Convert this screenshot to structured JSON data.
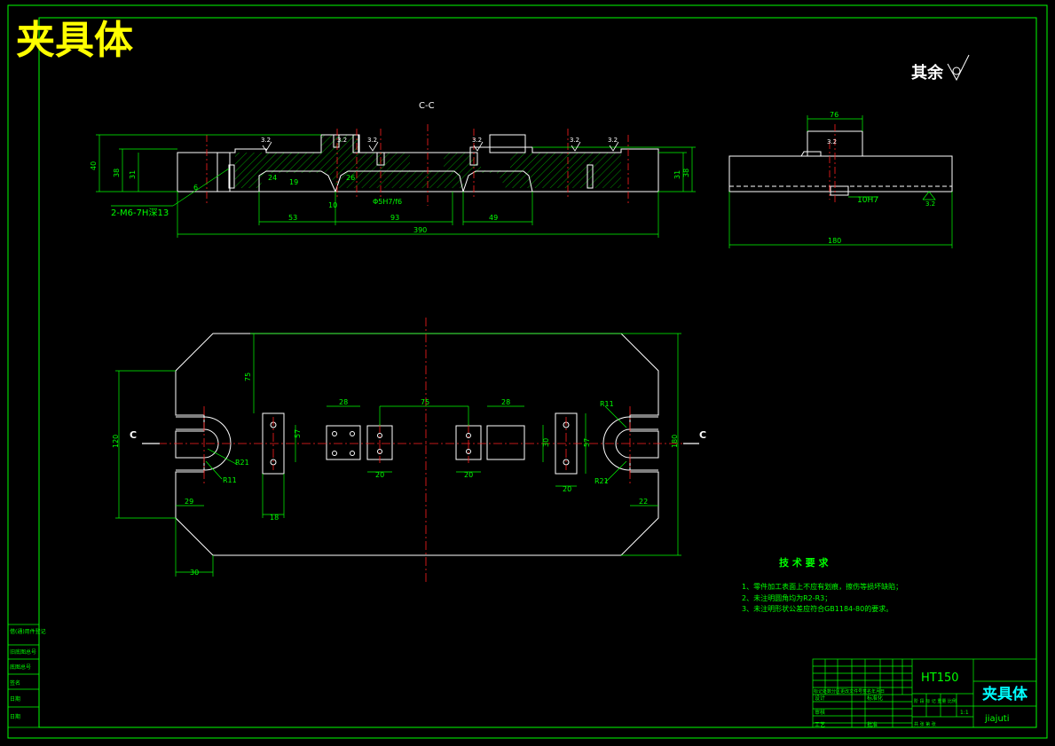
{
  "drawing": {
    "title": "夹具体",
    "roughness_note": "其余",
    "section_label": "C-C",
    "cut_label": "C"
  },
  "section_view": {
    "roughness": [
      "3.2",
      "3.2",
      "3.2",
      "3.2",
      "3.2",
      "3.2"
    ],
    "dims": {
      "overall_len": "390",
      "d53": "53",
      "d10": "10",
      "d93": "93",
      "d49": "49",
      "fit_hole": "Φ5H7/f6",
      "h40": "40",
      "h38": "38",
      "h31": "31",
      "r31": "31",
      "r38": "38",
      "d24": "24",
      "d19": "19",
      "d26": "26",
      "d6": "6"
    },
    "thread_note": "2-M6-7H深13"
  },
  "side_view": {
    "top_w": "76",
    "width": "180",
    "roughness": "3.2",
    "fit": "10H7",
    "corner_roughness": "3.2"
  },
  "plan_view": {
    "dims": {
      "v75": "75",
      "h75": "75",
      "w28a": "28",
      "w28b": "28",
      "w20a": "20",
      "w20b": "20",
      "w20c": "20",
      "w18": "18",
      "w29": "29",
      "w22": "22",
      "w30": "30",
      "h120": "120",
      "h180": "180",
      "h57a": "57",
      "h57b": "57",
      "h30": "30",
      "r11a": "R11",
      "r11b": "R11",
      "r21a": "R21",
      "r21b": "R21"
    }
  },
  "tech_req": {
    "title": "技 术 要 求",
    "items": [
      "1、零件加工表面上不应有划痕，擦伤等损坏缺陷；",
      "2、未注明圆角均为R2-R3；",
      "3、未注明形状公差应符合GB1184-80的要求。"
    ]
  },
  "title_block": {
    "material": "HT150",
    "part_name": "夹具体",
    "drawing_no": "jiajuti",
    "scale": "1:1",
    "designer": "设计",
    "checker": "审核",
    "process": "工艺",
    "standard": "标准化",
    "approve": "批准",
    "marks_header": "标记处数分区更改文件号签名年月日",
    "stage_header": "阶 段 标 记  重量 比例",
    "sheets": "共    张  第    张"
  },
  "side_stamps": [
    "借(通)用件登记",
    "旧底图总号",
    "底图总号",
    "签名",
    "日期",
    "日期"
  ],
  "colors": {
    "line": "#00ff00",
    "white": "#ffffff",
    "red": "#ff2020",
    "yellow": "#ffff00",
    "cyan": "#00ffff"
  }
}
